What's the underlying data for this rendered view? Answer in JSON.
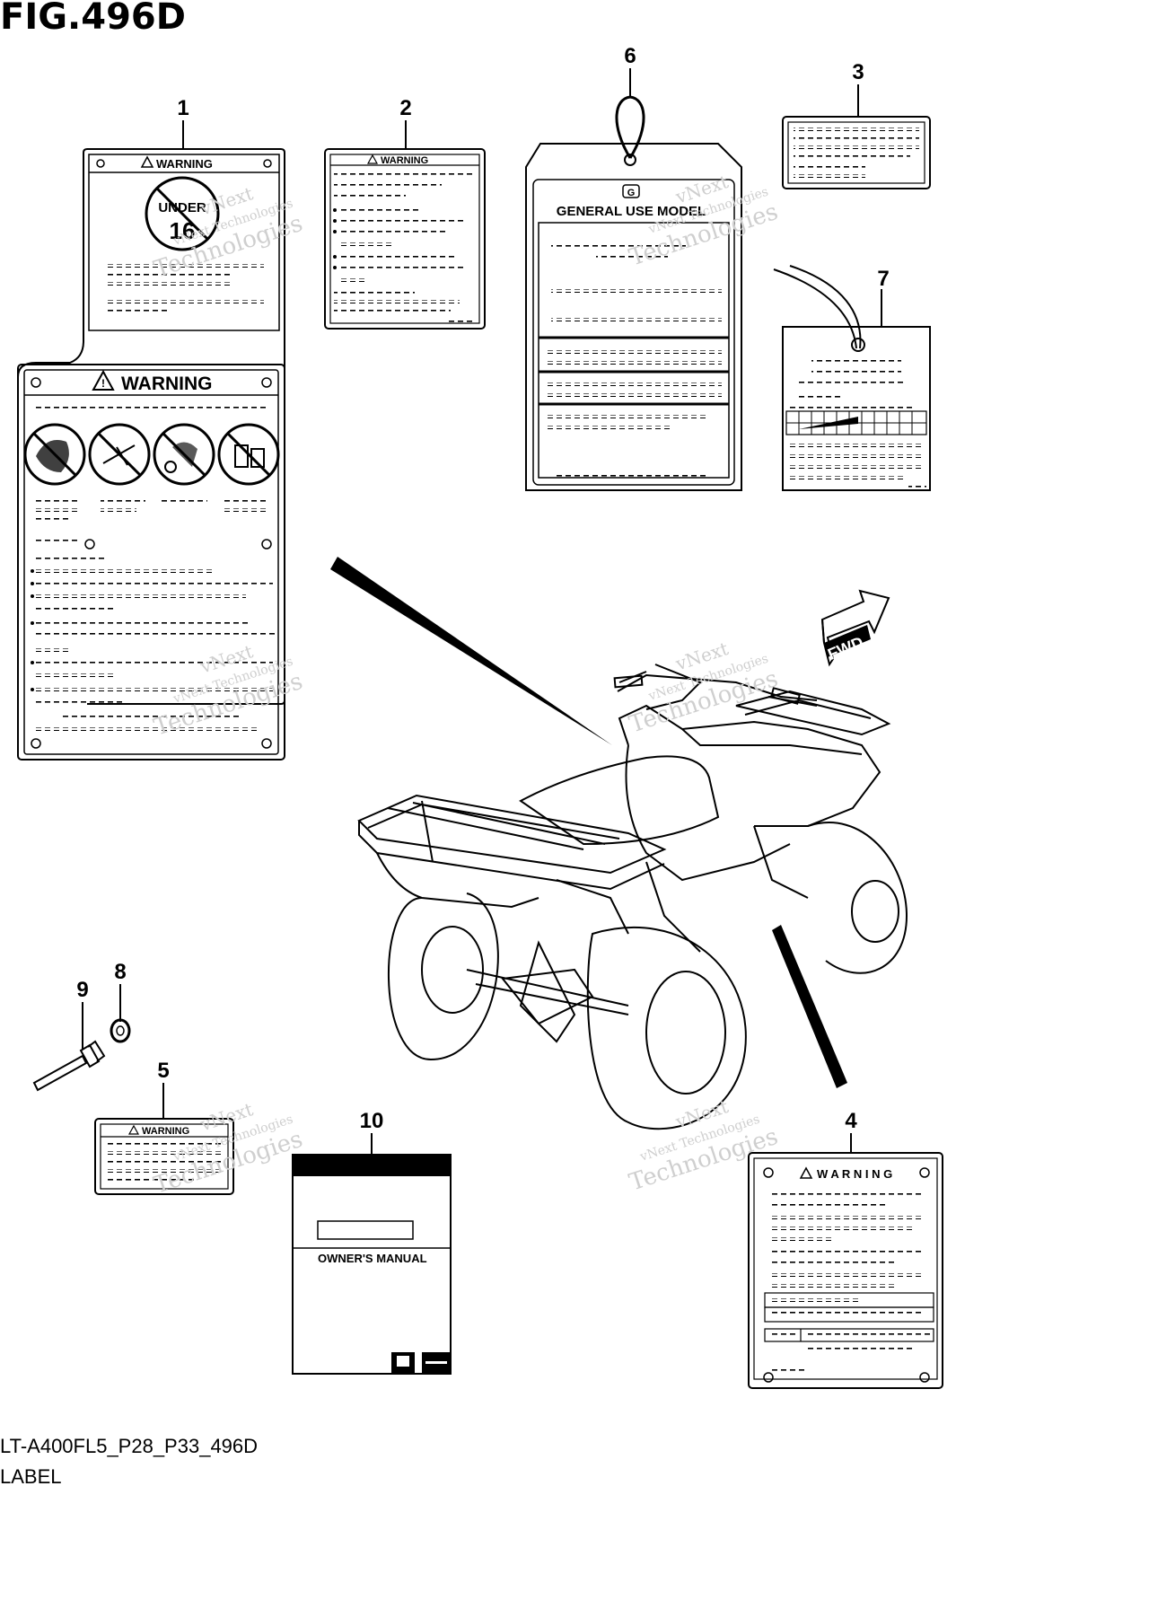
{
  "figure": {
    "title": "FIG.496D",
    "code": "LT-A400FL5_P28_P33_496D",
    "subtitle": "LABEL"
  },
  "callouts": [
    "1",
    "2",
    "3",
    "4",
    "5",
    "6",
    "7",
    "8",
    "9",
    "10"
  ],
  "labels": {
    "warning": "WARNING",
    "warning_spaced": "W A R N I N G",
    "under": "UNDER",
    "age": "16",
    "general_use": "GENERAL USE MODEL",
    "tag_letter": "G",
    "owners_manual": "OWNER'S MANUAL",
    "fwd": "FWD"
  },
  "watermark": {
    "line1": "vNext",
    "line2": "Technologies",
    "line3": "vNext Technologies"
  },
  "colors": {
    "ink": "#000000",
    "watermark": "#cfcfcf",
    "paper": "#ffffff"
  }
}
